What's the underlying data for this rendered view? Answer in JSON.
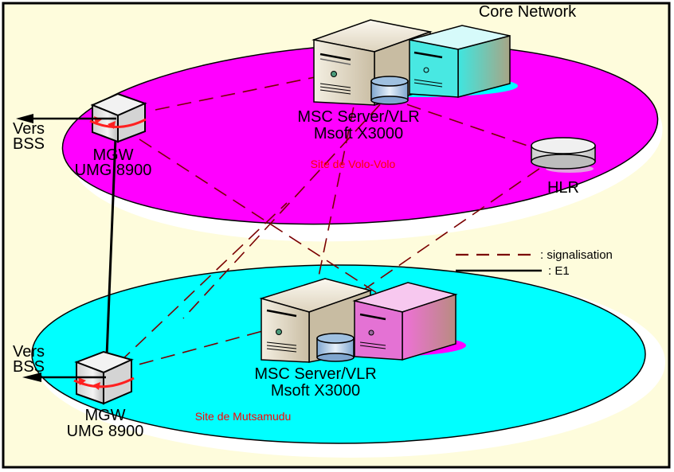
{
  "title": "Core Network",
  "colors": {
    "background": "#fefcdc",
    "site_top": "#ff00ff",
    "site_bottom": "#00ffff",
    "signalisation": "#7a0000",
    "e1": "#000000",
    "site_label": "#ff0000"
  },
  "sites": [
    {
      "name": "Site de Volo-Volo",
      "msc": {
        "line1": "MSC Server/VLR",
        "line2": "Msoft X3000"
      },
      "mgw": {
        "line1": "MGW",
        "line2": "UMG 8900"
      },
      "bss": {
        "line1": "Vers",
        "line2": "BSS"
      },
      "hlr": "HLR"
    },
    {
      "name": "Site de Mutsamudu",
      "msc": {
        "line1": "MSC Server/VLR",
        "line2": "Msoft X3000"
      },
      "mgw": {
        "line1": "MGW",
        "line2": "UMG 8900"
      },
      "bss": {
        "line1": "Vers",
        "line2": "BSS"
      }
    }
  ],
  "legend": [
    {
      "style": "dashed",
      "label": ": signalisation"
    },
    {
      "style": "solid",
      "label": ": E1"
    }
  ],
  "icons": {
    "server": "server-tower-icon",
    "database": "database-cylinder-icon",
    "gateway": "media-gateway-cube-icon"
  }
}
